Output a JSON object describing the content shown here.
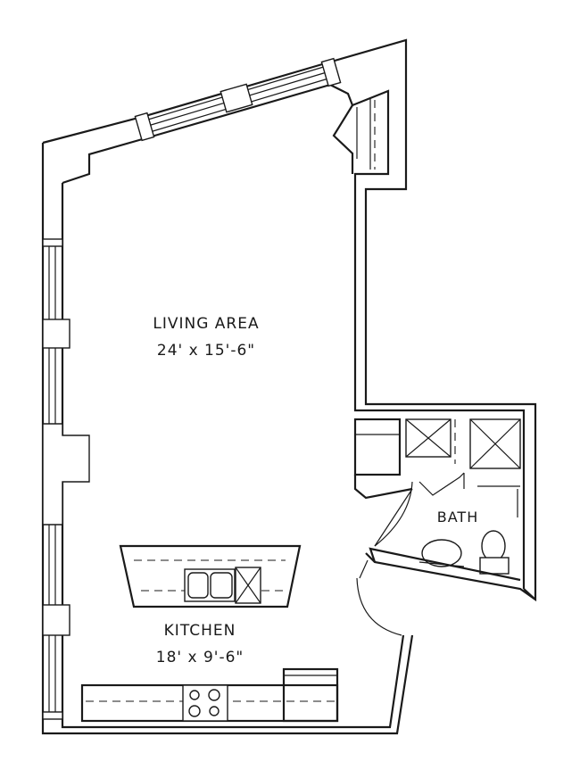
{
  "rooms": {
    "living": {
      "name": "LIVING AREA",
      "dims": "24' x 15'-6\""
    },
    "kitchen": {
      "name": "KITCHEN",
      "dims": "18' x 9'-6\""
    },
    "bath": {
      "name": "BATH"
    }
  }
}
